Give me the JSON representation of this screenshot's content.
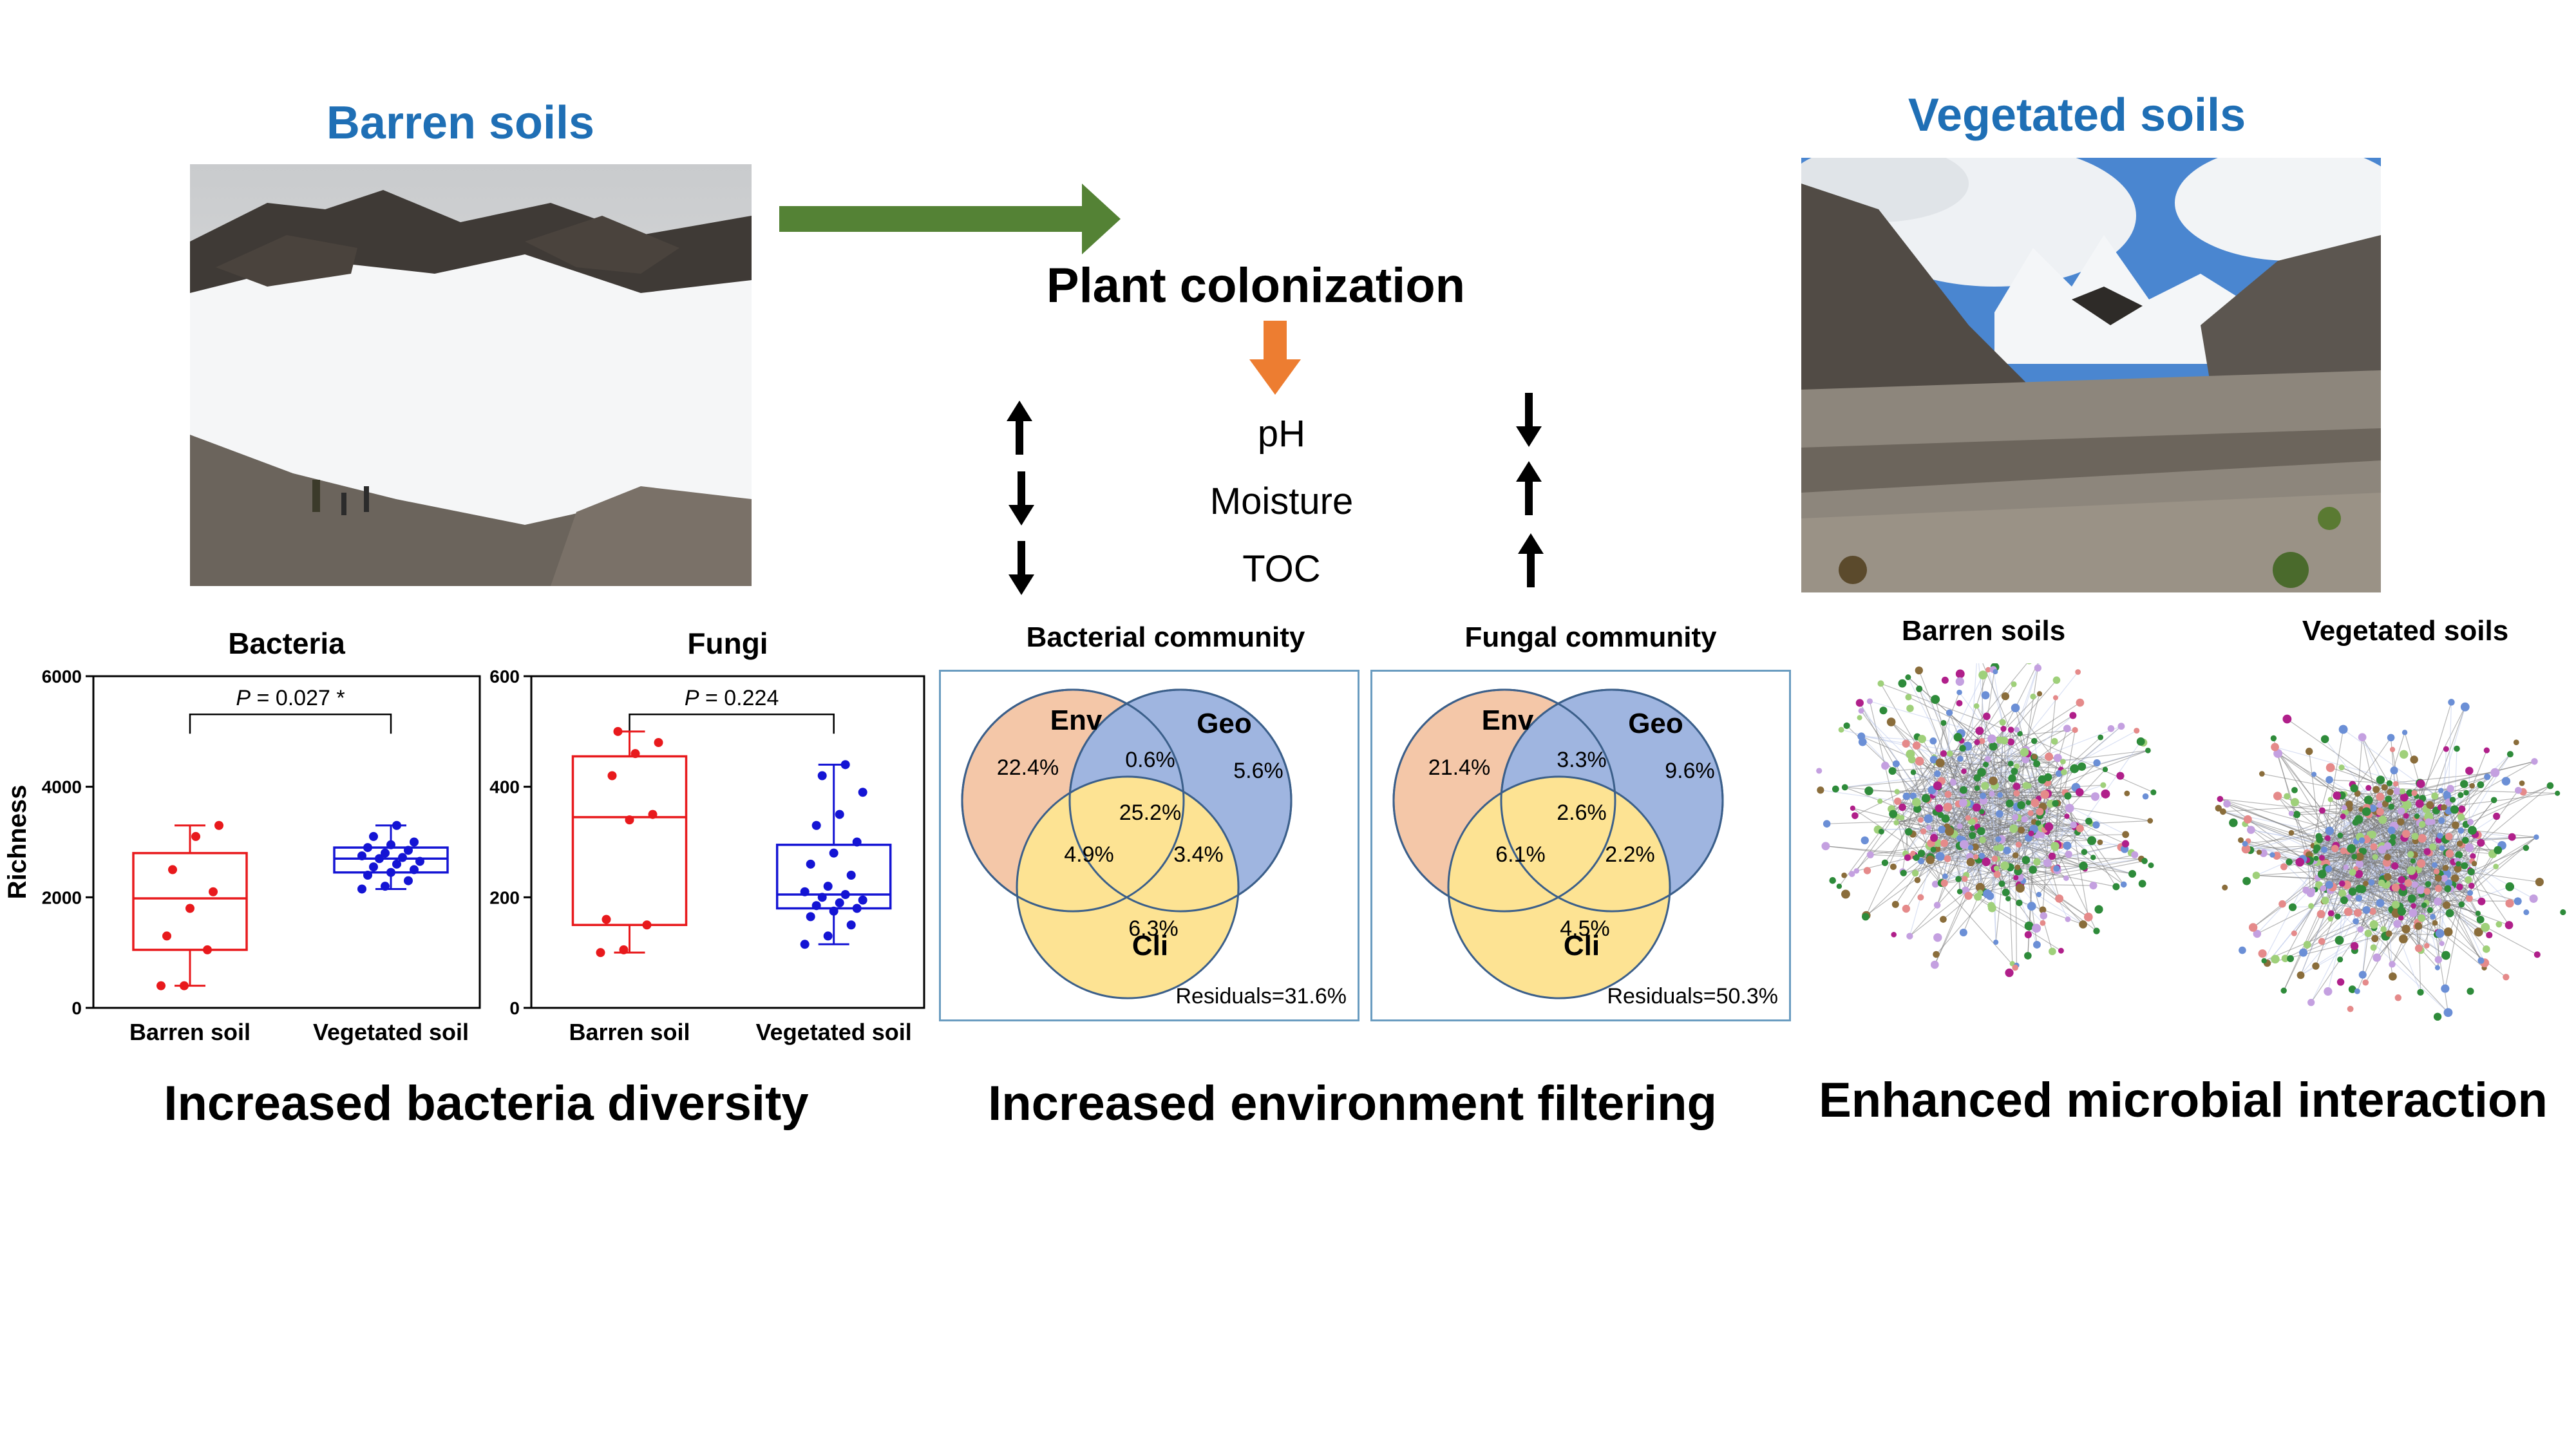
{
  "titles": {
    "barren": "Barren soils",
    "vegetated": "Vegetated soils",
    "process": "Plant colonization"
  },
  "soil_properties": [
    {
      "name": "pH",
      "bacterial": "up",
      "fungal": "down"
    },
    {
      "name": "Moisture",
      "bacterial": "down",
      "fungal": "up"
    },
    {
      "name": "TOC",
      "bacterial": "down",
      "fungal": "up"
    }
  ],
  "conclusions": {
    "diversity": "Increased bacteria diversity",
    "filtering": "Increased environment filtering",
    "interaction": "Enhanced microbial interaction"
  },
  "chart_data": [
    {
      "type": "box",
      "title": "Bacteria",
      "ylabel": "Richness",
      "ylim": [
        0,
        6000
      ],
      "yticks": [
        "0",
        "2000",
        "4000",
        "6000"
      ],
      "categories": [
        "Barren soil",
        "Vegetated soil"
      ],
      "annotation": "P = 0.027 *",
      "boxes": [
        {
          "category": "Barren soil",
          "color": "#e8191c",
          "min": 400,
          "q1": 1050,
          "median": 1980,
          "q3": 2800,
          "max": 3300,
          "points": [
            400,
            400,
            1050,
            1300,
            1800,
            2100,
            2500,
            3100,
            3300
          ]
        },
        {
          "category": "Vegetated soil",
          "color": "#1414d4",
          "min": 2150,
          "q1": 2450,
          "median": 2700,
          "q3": 2900,
          "max": 3300,
          "points": [
            2150,
            2200,
            2300,
            2400,
            2450,
            2500,
            2550,
            2600,
            2650,
            2700,
            2720,
            2750,
            2800,
            2850,
            2900,
            2950,
            3000,
            3100,
            3300
          ]
        }
      ]
    },
    {
      "type": "box",
      "title": "Fungi",
      "ylabel": "",
      "ylim": [
        0,
        600
      ],
      "yticks": [
        "0",
        "200",
        "400",
        "600"
      ],
      "categories": [
        "Barren soil",
        "Vegetated soil"
      ],
      "annotation": "P = 0.224",
      "boxes": [
        {
          "category": "Barren soil",
          "color": "#e8191c",
          "min": 100,
          "q1": 150,
          "median": 345,
          "q3": 455,
          "max": 500,
          "points": [
            100,
            105,
            150,
            160,
            340,
            350,
            420,
            460,
            480,
            500
          ]
        },
        {
          "category": "Vegetated soil",
          "color": "#1414d4",
          "min": 115,
          "q1": 180,
          "median": 205,
          "q3": 295,
          "max": 440,
          "points": [
            115,
            130,
            150,
            165,
            175,
            180,
            185,
            190,
            195,
            200,
            205,
            210,
            220,
            240,
            260,
            280,
            300,
            330,
            350,
            390,
            420,
            440
          ]
        }
      ]
    },
    {
      "type": "venn",
      "title": "Bacterial community",
      "sets": [
        "Env",
        "Geo",
        "Cli"
      ],
      "regions": {
        "env": "22.4%",
        "geo": "5.6%",
        "cli": "6.3%",
        "env_geo": "0.6%",
        "env_cli": "4.9%",
        "geo_cli": "3.4%",
        "all": "25.2%"
      },
      "residuals": "Residuals=31.6%"
    },
    {
      "type": "venn",
      "title": "Fungal community",
      "sets": [
        "Env",
        "Geo",
        "Cli"
      ],
      "regions": {
        "env": "21.4%",
        "geo": "9.6%",
        "cli": "4.5%",
        "env_geo": "3.3%",
        "env_cli": "6.1%",
        "geo_cli": "2.2%",
        "all": "2.6%"
      },
      "residuals": "Residuals=50.3%"
    }
  ],
  "networks": [
    {
      "label": "Barren soils"
    },
    {
      "label": "Vegetated soils"
    }
  ],
  "colors": {
    "arrow_green": "#548235",
    "arrow_orange": "#ed7d31",
    "title_blue": "#1f6fb5",
    "venn_env": "#f4c7a8",
    "venn_geo": "#9fb5e0",
    "venn_cli": "#fde393",
    "venn_stroke": "#3b5f8a",
    "barren_box": "#e8191c",
    "vegetated_box": "#1414d4"
  }
}
